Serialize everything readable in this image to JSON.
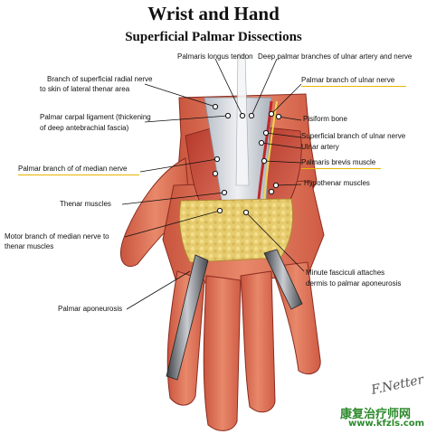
{
  "title": "Wrist and Hand",
  "subtitle": "Superficial Palmar Dissections",
  "labels": {
    "palmaris_longus": "Palmaris longus tendon",
    "deep_palmar_ulnar": "Deep palmar branches of ulnar artery and nerve",
    "sup_radial_1": "Branch of superficial radial nerve",
    "sup_radial_2": "to skin of lateral thenar area",
    "palmar_branch_ulnar": "Palmar branch of ulnar nerve",
    "carpal_lig_1": "Palmar carpal ligament (thickening",
    "carpal_lig_2": "of deep antebrachial fascia)",
    "pisiform": "Pisiform bone",
    "sup_branch_ulnar": "Superficial branch of ulnar nerve",
    "ulnar_artery": "Ulnar artery",
    "palmar_branch_median": "Palmar branch of of median nerve",
    "palmaris_brevis": "Palmaris brevis muscle",
    "hypothenar": "Hypothenar muscles",
    "thenar": "Thenar muscles",
    "motor_branch_1": "Motor branch of median nerve to",
    "motor_branch_2": "thenar muscles",
    "minute_fasciculi_1": "Minute fasciculi attaches",
    "minute_fasciculi_2": "dermis to palmar aponeurosis",
    "palmar_aponeurosis": "Palmar aponeurosis"
  },
  "watermark": {
    "site_cn": "康复治疗师网",
    "site_url": "www.kfzls.com",
    "signature": "F.Netter"
  }
}
